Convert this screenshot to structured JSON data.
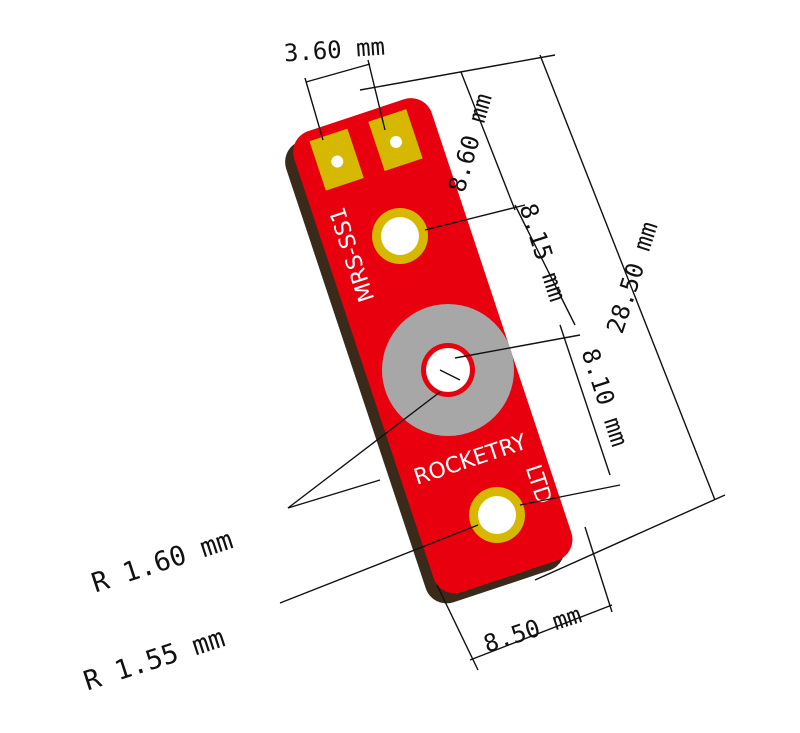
{
  "board": {
    "silkscreen_part": "MRS-SS1",
    "silkscreen_brand_1": "ROCKETRY",
    "silkscreen_brand_2": "LTD"
  },
  "dimensions": {
    "pad_pitch": "3.60 mm",
    "pad_to_hole1": "8.60 mm",
    "hole1_to_hole2": "8.15 mm",
    "hole2_to_hole3": "8.10 mm",
    "overall_length": "28.50 mm",
    "width": "8.50 mm",
    "radius_1": "R 1.60 mm",
    "radius_2": "R 1.55 mm"
  },
  "colors": {
    "board": "#e8000e",
    "board_edge": "#3a2a1a",
    "copper": "#d7b800",
    "ring": "#a7a7a7",
    "hole": "#ffffff"
  }
}
